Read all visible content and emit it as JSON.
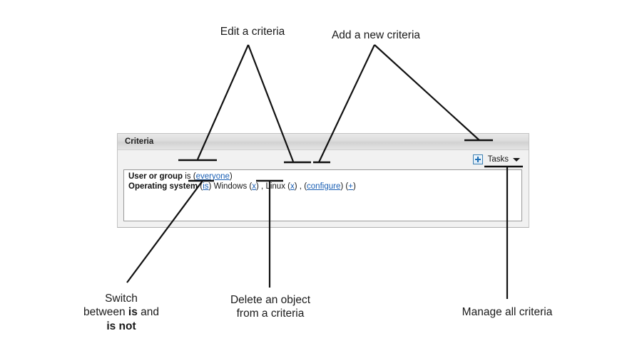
{
  "panel": {
    "header_title": "Criteria",
    "toolbar": {
      "add_icon": "plus-in-box-icon",
      "tasks_label": "Tasks",
      "caret_icon": "chevron-down-icon"
    },
    "rows": [
      {
        "name": "User or group",
        "operator": "is",
        "operator_is_link": false,
        "open_paren": "(",
        "value_link": "everyone",
        "close_paren": ")",
        "tail": ""
      },
      {
        "name": "Operating system",
        "operator": "is",
        "operator_is_link": true,
        "items": [
          {
            "label": "Windows",
            "remove_link": "x"
          },
          {
            "label": "Linux",
            "remove_link": "x"
          }
        ],
        "configure_link": "configure",
        "add_link": "+"
      }
    ]
  },
  "annotations": [
    {
      "id": "edit-a-criteria",
      "text": "Edit a criteria"
    },
    {
      "id": "add-a-new-criteria",
      "text": "Add a new criteria"
    },
    {
      "id": "switch-is-is-not",
      "line1": "Switch",
      "line2_a": "between ",
      "line2_b": "is",
      "line2_c": " and",
      "line3": "is not"
    },
    {
      "id": "delete-an-object",
      "line1": "Delete an object",
      "line2": "from a criteria"
    },
    {
      "id": "manage-all-criteria",
      "text": "Manage all criteria"
    }
  ],
  "colors": {
    "link": "#1a5fb4",
    "panel_bg": "#f1f1f1",
    "header_bg": "#d6d6d6",
    "accent_blue": "#3c7fb1",
    "line": "#111111"
  }
}
